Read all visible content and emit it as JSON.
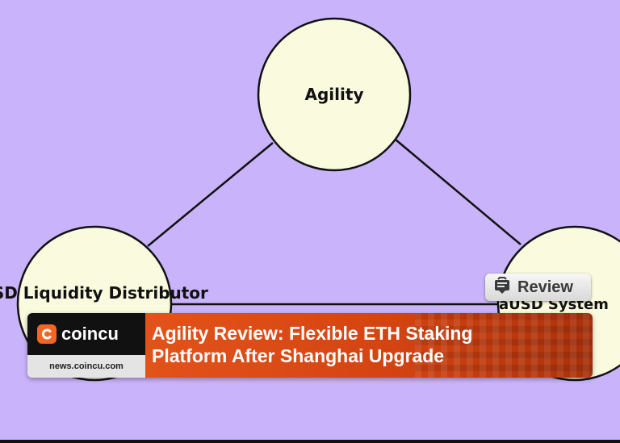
{
  "diagram": {
    "nodes": {
      "top": "Agility",
      "left": "LSD Liquidity Distributor",
      "right": "aUSD System"
    },
    "colors": {
      "background": "#c9b3fb",
      "node_fill": "#fafadf",
      "stroke": "#111111"
    }
  },
  "badge": {
    "icon": "review-icon",
    "label": "Review"
  },
  "banner": {
    "brand": {
      "logo_icon": "coincu-logo-icon",
      "name": "coincu"
    },
    "site": "news.coincu.com",
    "headline_line1": "Agility Review: Flexible ETH Staking",
    "headline_line2": "Platform After Shanghai Upgrade",
    "colors": {
      "accent": "#e2531b",
      "brand_bg": "#111111"
    }
  }
}
